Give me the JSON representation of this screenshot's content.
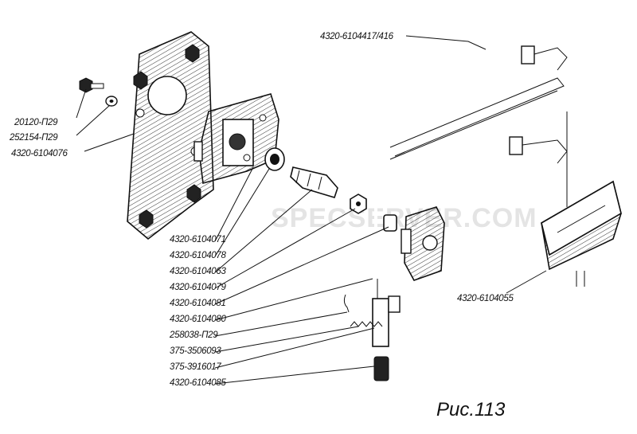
{
  "watermark": "SPECSERVER.COM",
  "caption": "Рис.113",
  "labels": {
    "frame_top": "4320-6104417/416",
    "bolt": "20120-П29",
    "washer": "252154-П29",
    "plate": "4320-6104076",
    "bracket": "4320-6104071",
    "bushing": "4320-6104078",
    "shaft": "4320-6104063",
    "nut": "4320-6104079",
    "slider": "4320-6104081",
    "pin": "4320-6104080",
    "cotter": "258038-П29",
    "spring": "375-3506093",
    "rod": "375-3916017",
    "cap": "4320-6104085",
    "glass_holder": "4320-6104055"
  }
}
